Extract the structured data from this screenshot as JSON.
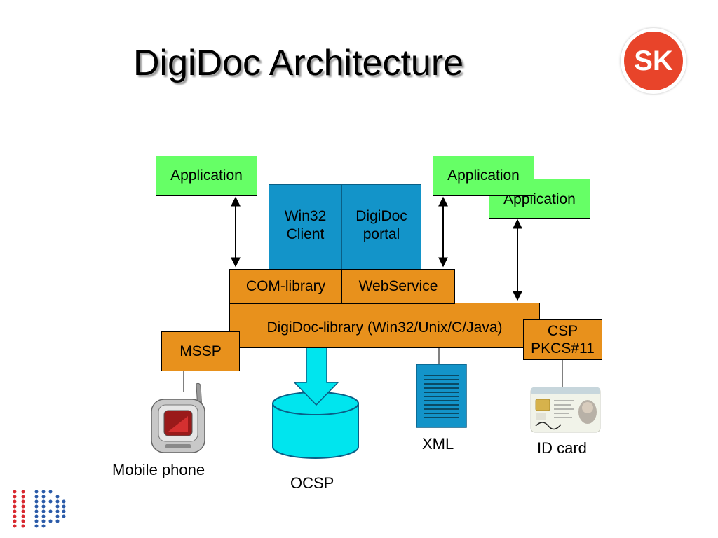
{
  "slide": {
    "title": "DigiDoc Architecture",
    "logo_text": "SK"
  },
  "boxes": {
    "application_left": "Application",
    "application_right_front": "Application",
    "application_right_back": "Application",
    "win32_client_line1": "Win32",
    "win32_client_line2": "Client",
    "digidoc_portal_line1": "DigiDoc",
    "digidoc_portal_line2": "portal",
    "com_library": "COM-library",
    "webservice": "WebService",
    "digidoc_library": "DigiDoc-library (Win32/Unix/C/Java)",
    "mssp": "MSSP",
    "csp_line1": "CSP",
    "csp_line2": "PKCS#11"
  },
  "captions": {
    "mobile_phone": "Mobile phone",
    "ocsp": "OCSP",
    "xml": "XML",
    "id_card": "ID card"
  },
  "colors": {
    "application": "#66ff66",
    "library": "#e8911c",
    "client": "#1394c9",
    "ocsp": "#00e5ee",
    "logo": "#e8442a"
  }
}
